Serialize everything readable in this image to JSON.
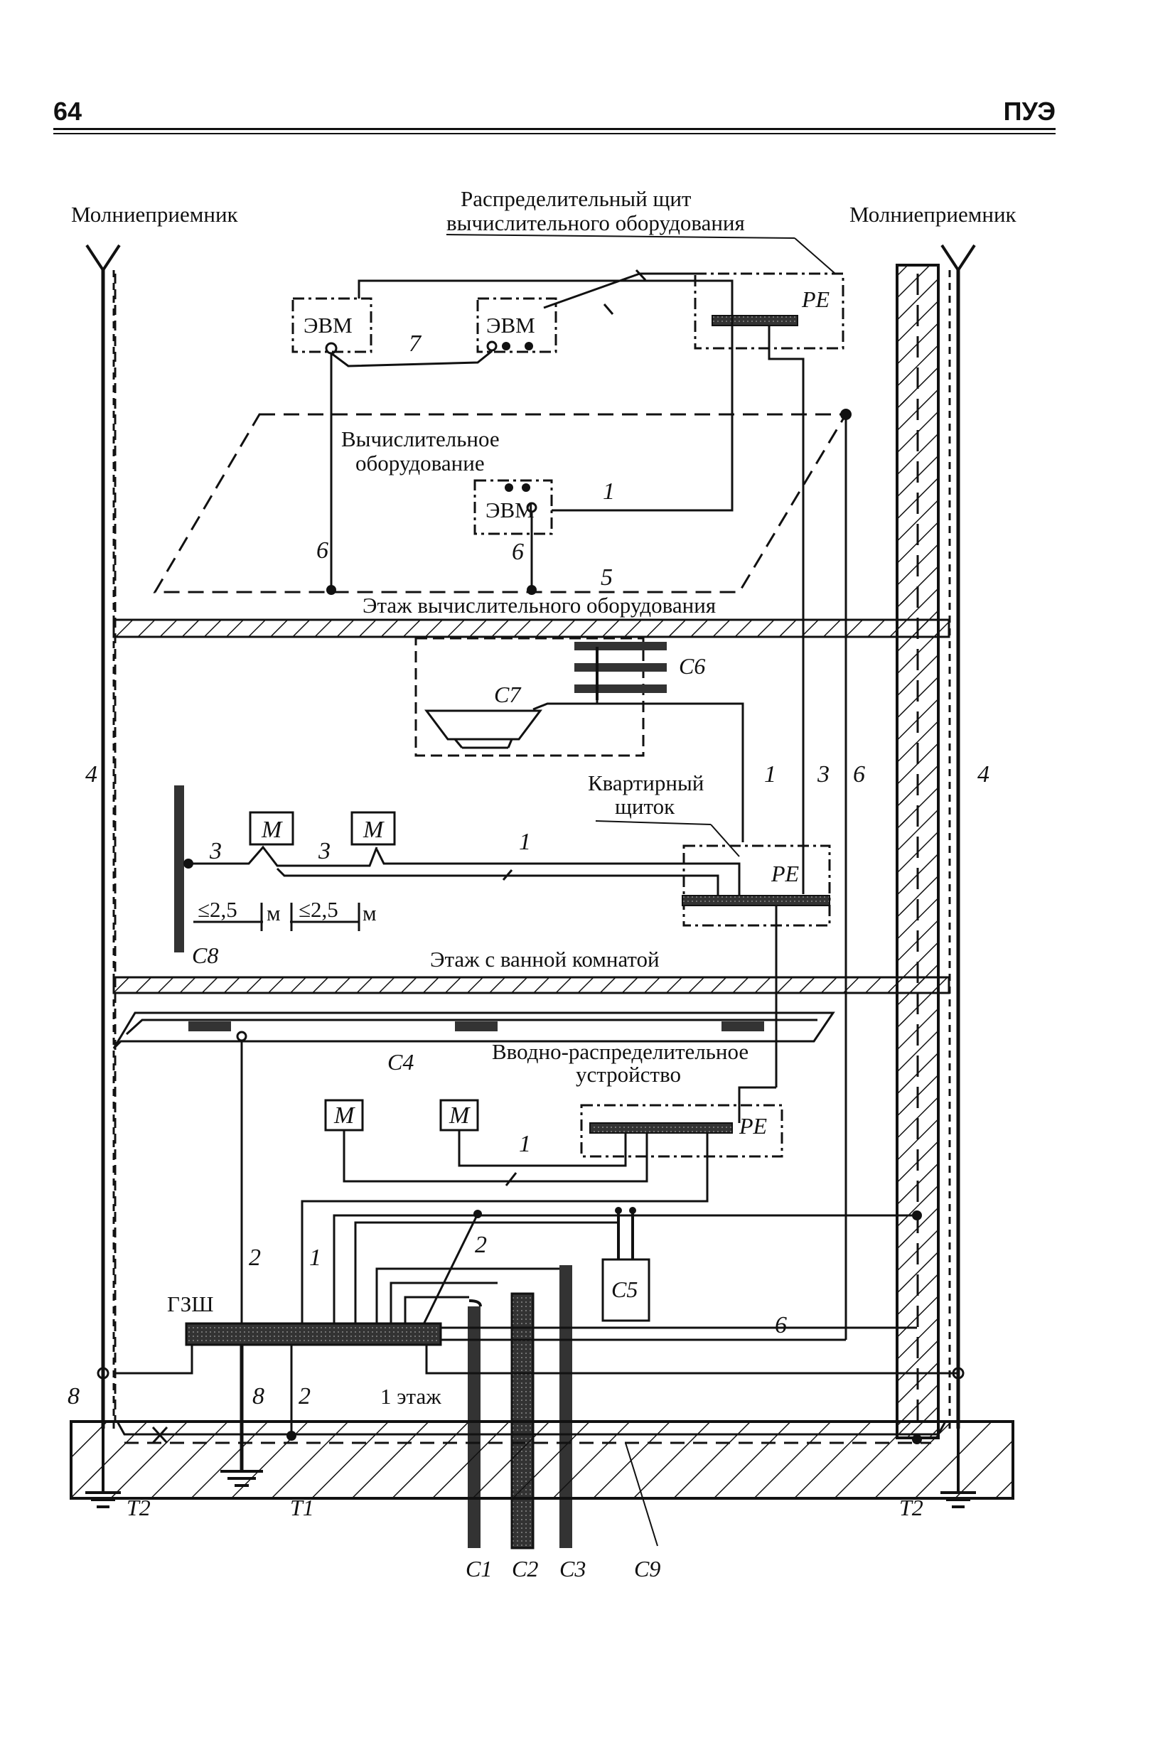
{
  "header": {
    "page_number": "64",
    "doc_code": "ПУЭ"
  },
  "labels": {
    "lightning_rod_left": "Молниеприемник",
    "lightning_rod_right": "Молниеприемник",
    "panel_line1": "Распределительный щит",
    "panel_line2": "вычислительного оборудования",
    "evm": "ЭВМ",
    "pe": "PE",
    "equip_line1": "Вычислительное",
    "equip_line2": "оборудование",
    "floor_computer": "Этаж вычислительного оборудования",
    "apt_panel_line1": "Квартирный",
    "apt_panel_line2": "щиток",
    "motor": "М",
    "dist_limit": "≤2,5",
    "meter": "м",
    "floor_bathroom": "Этаж с ванной комнатой",
    "vru_line1": "Вводно-распределительное",
    "vru_line2": "устройство",
    "gzsh": "ГЗШ",
    "floor_first": "1 этаж"
  },
  "numbers": {
    "n1": "1",
    "n2": "2",
    "n3": "3",
    "n4": "4",
    "n5": "5",
    "n6": "6",
    "n7": "7",
    "n8": "8"
  },
  "codes": {
    "c1": "C1",
    "c2": "C2",
    "c3": "C3",
    "c4": "C4",
    "c5": "C5",
    "c6": "C6",
    "c7": "C7",
    "c8": "C8",
    "c9": "C9",
    "t1": "T1",
    "t2": "T2"
  }
}
